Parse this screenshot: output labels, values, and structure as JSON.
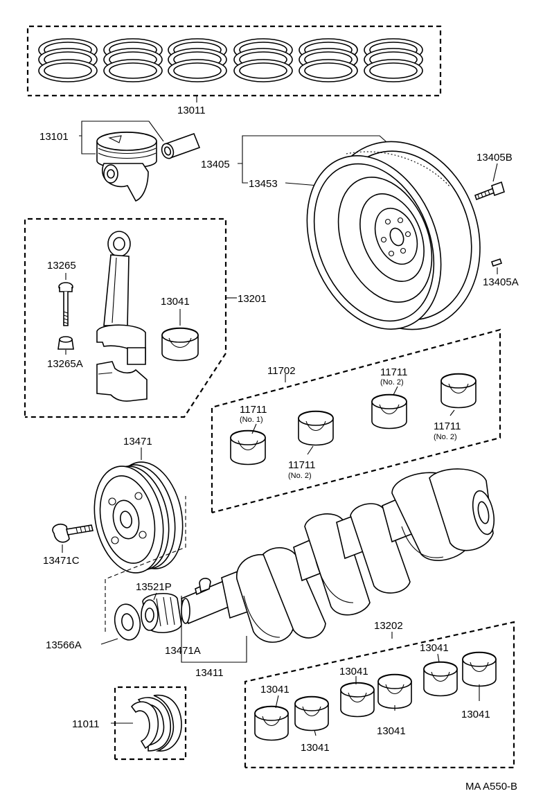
{
  "labels": {
    "piston_ring_set": "13011",
    "piston": "13101",
    "flywheel": "13405",
    "flywheel_bolt": "13405B",
    "ring_gear": "13453",
    "dowel_pin": "13405A",
    "connecting_rod_bolt": "13265",
    "connecting_rod_nut": "13265A",
    "connecting_rod": "13201",
    "rod_bearing": "13041",
    "main_bearing_set": "11702",
    "main_bearing_left": "11711",
    "main_bearing_left_note": "(No. 1)",
    "main_bearing_mid": "11711",
    "main_bearing_mid_note": "(No. 2)",
    "main_bearing_top": "11711",
    "main_bearing_top_note": "(No. 2)",
    "main_bearing_right": "11711",
    "main_bearing_right_note": "(No. 2)",
    "crank_pulley": "13471",
    "pulley_bolt": "13471C",
    "timing_gear": "13521P",
    "thrust_washer": "13566A",
    "pulley_key": "13471A",
    "crankshaft": "13411",
    "crank_bearing_set": "13202",
    "cb_1": "13041",
    "cb_2": "13041",
    "cb_3": "13041",
    "cb_4": "13041",
    "cb_5": "13041",
    "cb_6": "13041",
    "thrust_washer_set": "11011",
    "figure_id": "MA A550-B"
  }
}
